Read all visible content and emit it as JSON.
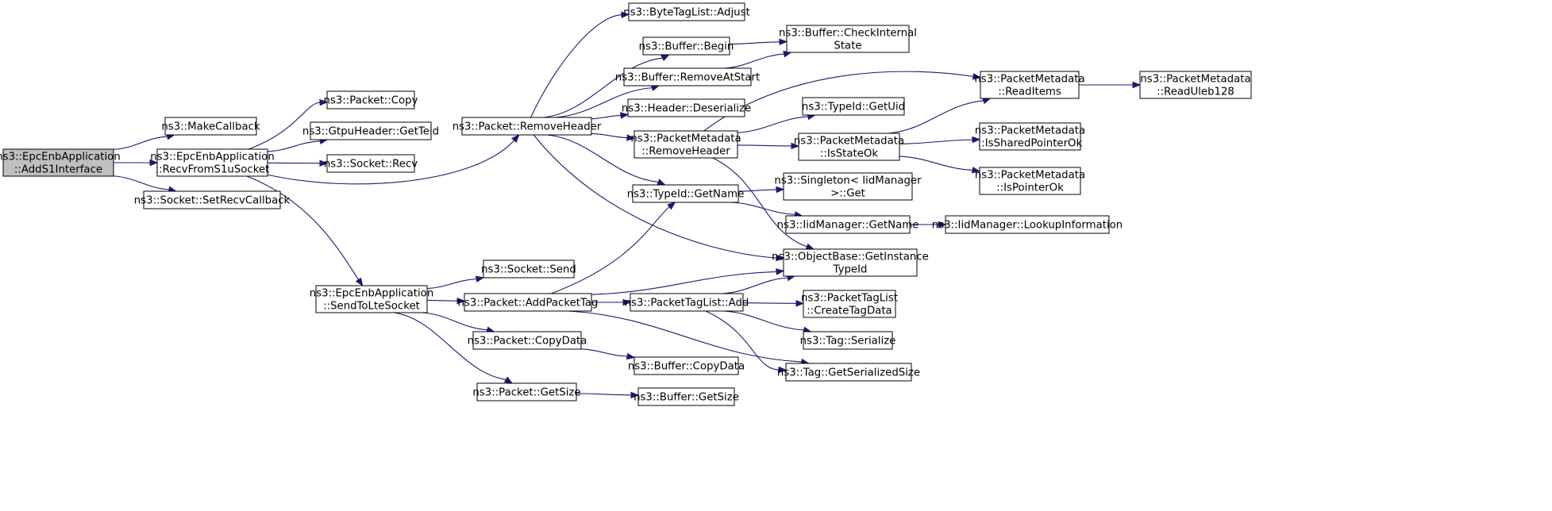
{
  "graph": {
    "nodes": [
      {
        "id": "n0",
        "lines": [
          "ns3::EpcEnbApplication",
          "::AddS1Interface"
        ],
        "root": true
      },
      {
        "id": "n1",
        "lines": [
          "ns3::MakeCallback"
        ]
      },
      {
        "id": "n2",
        "lines": [
          "ns3::EpcEnbApplication",
          "::RecvFromS1uSocket"
        ]
      },
      {
        "id": "n3",
        "lines": [
          "ns3::Socket::SetRecvCallback"
        ]
      },
      {
        "id": "n4",
        "lines": [
          "ns3::Packet::Copy"
        ]
      },
      {
        "id": "n5",
        "lines": [
          "ns3::GtpuHeader::GetTeid"
        ]
      },
      {
        "id": "n6",
        "lines": [
          "ns3::Socket::Recv"
        ]
      },
      {
        "id": "n7",
        "lines": [
          "ns3::Packet::RemoveHeader"
        ]
      },
      {
        "id": "n8",
        "lines": [
          "ns3::EpcEnbApplication",
          "::SendToLteSocket"
        ]
      },
      {
        "id": "n9",
        "lines": [
          "ns3::ByteTagList::Adjust"
        ]
      },
      {
        "id": "n10",
        "lines": [
          "ns3::Buffer::Begin"
        ]
      },
      {
        "id": "n11",
        "lines": [
          "ns3::Buffer::RemoveAtStart"
        ]
      },
      {
        "id": "n12",
        "lines": [
          "ns3::Header::Deserialize"
        ]
      },
      {
        "id": "n13",
        "lines": [
          "ns3::PacketMetadata",
          "::RemoveHeader"
        ]
      },
      {
        "id": "n14",
        "lines": [
          "ns3::TypeId::GetName"
        ]
      },
      {
        "id": "n15",
        "lines": [
          "ns3::ObjectBase::GetInstance",
          "TypeId"
        ]
      },
      {
        "id": "n16",
        "lines": [
          "ns3::Buffer::CheckInternal",
          "State"
        ]
      },
      {
        "id": "n17",
        "lines": [
          "ns3::PacketMetadata",
          "::ReadItems"
        ]
      },
      {
        "id": "n18",
        "lines": [
          "ns3::PacketMetadata",
          "::ReadUleb128"
        ]
      },
      {
        "id": "n19",
        "lines": [
          "ns3::TypeId::GetUid"
        ]
      },
      {
        "id": "n20",
        "lines": [
          "ns3::PacketMetadata",
          "::IsStateOk"
        ]
      },
      {
        "id": "n21",
        "lines": [
          "ns3::PacketMetadata",
          "::IsSharedPointerOk"
        ]
      },
      {
        "id": "n22",
        "lines": [
          "ns3::PacketMetadata",
          "::IsPointerOk"
        ]
      },
      {
        "id": "n23",
        "lines": [
          "ns3::Singleton< IidManager",
          ">::Get"
        ]
      },
      {
        "id": "n24",
        "lines": [
          "ns3::IidManager::GetName"
        ]
      },
      {
        "id": "n25",
        "lines": [
          "ns3::IidManager::LookupInformation"
        ]
      },
      {
        "id": "n26",
        "lines": [
          "ns3::Socket::Send"
        ]
      },
      {
        "id": "n27",
        "lines": [
          "ns3::Packet::AddPacketTag"
        ]
      },
      {
        "id": "n28",
        "lines": [
          "ns3::Packet::CopyData"
        ]
      },
      {
        "id": "n29",
        "lines": [
          "ns3::Packet::GetSize"
        ]
      },
      {
        "id": "n30",
        "lines": [
          "ns3::PacketTagList::Add"
        ]
      },
      {
        "id": "n31",
        "lines": [
          "ns3::Buffer::CopyData"
        ]
      },
      {
        "id": "n32",
        "lines": [
          "ns3::Buffer::GetSize"
        ]
      },
      {
        "id": "n33",
        "lines": [
          "ns3::PacketTagList",
          "::CreateTagData"
        ]
      },
      {
        "id": "n34",
        "lines": [
          "ns3::Tag::Serialize"
        ]
      },
      {
        "id": "n35",
        "lines": [
          "ns3::Tag::GetSerializedSize"
        ]
      }
    ],
    "edges": [
      [
        "n0",
        "n1"
      ],
      [
        "n0",
        "n2"
      ],
      [
        "n0",
        "n3"
      ],
      [
        "n2",
        "n4"
      ],
      [
        "n2",
        "n5"
      ],
      [
        "n2",
        "n6"
      ],
      [
        "n2",
        "n7"
      ],
      [
        "n2",
        "n8"
      ],
      [
        "n7",
        "n9"
      ],
      [
        "n7",
        "n10"
      ],
      [
        "n7",
        "n11"
      ],
      [
        "n7",
        "n12"
      ],
      [
        "n7",
        "n13"
      ],
      [
        "n7",
        "n14"
      ],
      [
        "n7",
        "n15"
      ],
      [
        "n10",
        "n16"
      ],
      [
        "n11",
        "n16"
      ],
      [
        "n13",
        "n17"
      ],
      [
        "n13",
        "n19"
      ],
      [
        "n13",
        "n20"
      ],
      [
        "n13",
        "n15"
      ],
      [
        "n17",
        "n18"
      ],
      [
        "n20",
        "n17"
      ],
      [
        "n20",
        "n21"
      ],
      [
        "n20",
        "n22"
      ],
      [
        "n14",
        "n23"
      ],
      [
        "n14",
        "n24"
      ],
      [
        "n24",
        "n25"
      ],
      [
        "n8",
        "n26"
      ],
      [
        "n8",
        "n27"
      ],
      [
        "n8",
        "n28"
      ],
      [
        "n8",
        "n29"
      ],
      [
        "n27",
        "n14"
      ],
      [
        "n27",
        "n15"
      ],
      [
        "n27",
        "n30"
      ],
      [
        "n27",
        "n35"
      ],
      [
        "n28",
        "n31"
      ],
      [
        "n29",
        "n32"
      ],
      [
        "n30",
        "n15"
      ],
      [
        "n30",
        "n33"
      ],
      [
        "n30",
        "n34"
      ],
      [
        "n30",
        "n35"
      ]
    ]
  }
}
